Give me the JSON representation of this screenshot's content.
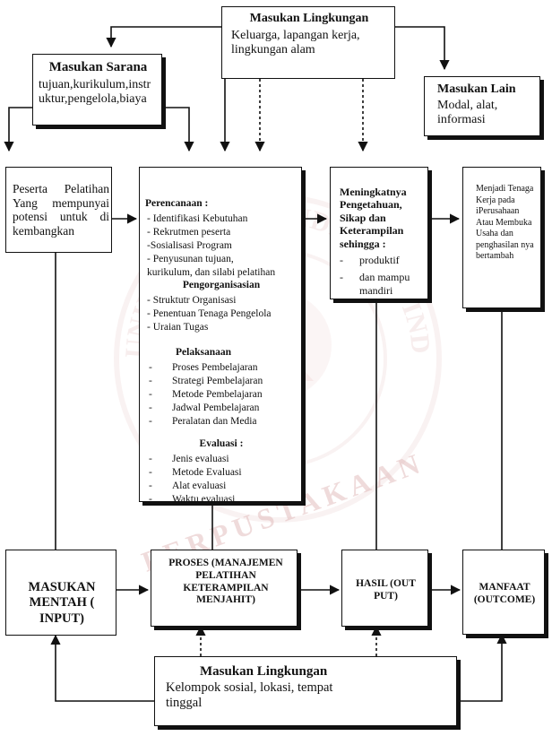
{
  "watermark": {
    "ring_text": "UNIVERSITAS PENDIDIKAN INDONESIA",
    "bottom_text": "PERPUSTAKAAN",
    "colors": {
      "ring": "#d9a0a0",
      "center": "#c46060",
      "sun": "#e8c040"
    }
  },
  "env_top": {
    "title": "Masukan Lingkungan",
    "body": "Keluarga, lapangan kerja, lingkungan alam"
  },
  "sarana": {
    "title": "Masukan Sarana",
    "body": "tujuan,kurikulum,instr uktur,pengelola,biaya"
  },
  "lain": {
    "title": "Masukan Lain",
    "body": "Modal, alat, informasi"
  },
  "peserta": {
    "text": "Peserta Pelatihan Yang mempunyai potensi untuk di kembangkan"
  },
  "process_detail": {
    "perencanaan": {
      "title": "Perencanaan :",
      "items": [
        "- Identifikasi Kebutuhan",
        "- Rekrutmen peserta",
        "-Sosialisasi Program",
        "- Penyusunan tujuan,",
        "kurikulum, dan silabi pelatihan"
      ]
    },
    "pengorganisasian": {
      "title": "Pengorganisasian",
      "items": [
        "- Struktutr Organisasi",
        "- Penentuan Tenaga Pengelola",
        "- Uraian Tugas"
      ]
    },
    "pelaksanaan": {
      "title": "Pelaksanaan",
      "items": [
        "Proses Pembelajaran",
        "Strategi Pembelajaran",
        "Metode Pembelajaran",
        "Jadwal Pembelajaran",
        "Peralatan dan Media"
      ]
    },
    "evaluasi": {
      "title": "Evaluasi :",
      "items": [
        "Jenis evaluasi",
        "Metode Evaluasi",
        "Alat evaluasi",
        "Waktu evaluasi"
      ]
    }
  },
  "outcome_detail": {
    "title": "Meningkatnya Pengetahuan, Sikap dan Keterampilan sehingga :",
    "items": [
      "produktif",
      "dan mampu mandiri"
    ]
  },
  "benefit_detail": {
    "text": "Menjadi Tenaga Kerja pada iPerusahaan Atau Membuka Usaha dan penghasilan nya bertambah"
  },
  "bottom": {
    "input": "MASUKAN MENTAH ( INPUT)",
    "process": "PROSES (MANAJEMEN PELATIHAN KETERAMPILAN MENJAHIT)",
    "output": "HASIL (OUT PUT)",
    "outcome": "MANFAAT (OUTCOME)"
  },
  "env_bottom": {
    "title": "Masukan Lingkungan",
    "body": "Kelompok sosial, lokasi, tempat tinggal"
  }
}
